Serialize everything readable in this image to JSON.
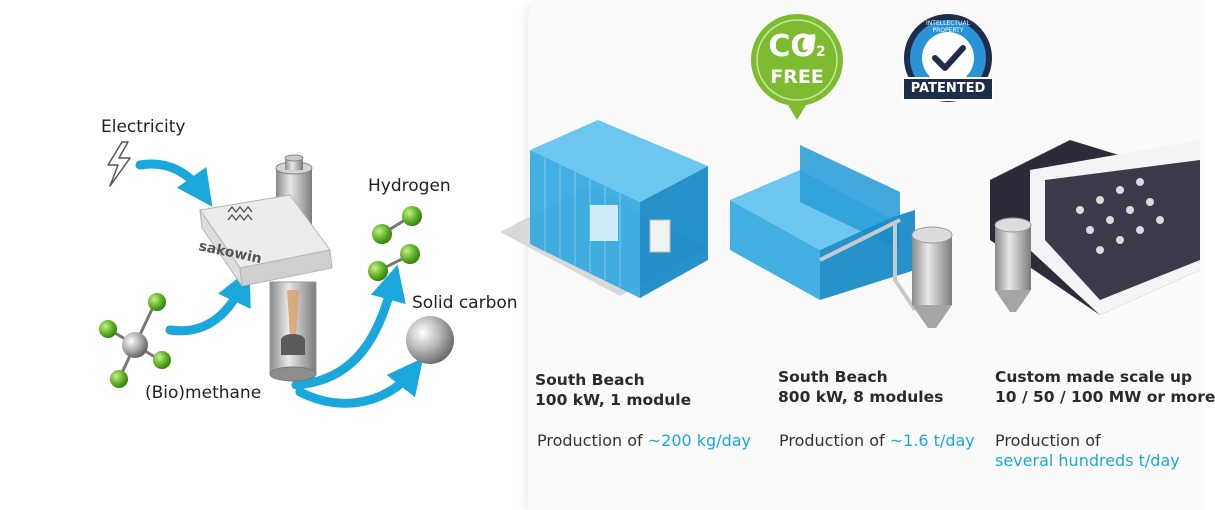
{
  "left": {
    "electricity": "Electricity",
    "hydrogen": "Hydrogen",
    "solid_carbon": "Solid carbon",
    "methane": "(Bio)methane",
    "brand": "sakowin"
  },
  "badges": {
    "co2_main": "CO",
    "co2_sub": "2",
    "co2_free": "FREE",
    "patented": "PATENTED",
    "intellectual_property": "INTELLECTUAL PROPERTY"
  },
  "scales": [
    {
      "title_line1": "South Beach",
      "title_line2": "100 kW, 1 module",
      "prod_prefix": "Production of",
      "prod_value": "~200 kg/day"
    },
    {
      "title_line1": "South Beach",
      "title_line2": "800 kW, 8 modules",
      "prod_prefix": "Production of",
      "prod_value": "~1.6 t/day"
    },
    {
      "title_line1": "Custom made scale up",
      "title_line2": "10 / 50 / 100 MW or more",
      "prod_prefix": "Production of",
      "prod_value": "several hundreds t/day"
    }
  ],
  "colors": {
    "accent_blue": "#1aa7dc",
    "molecule_green": "#6abf2a",
    "badge_green": "#7cbc2e",
    "badge_navy": "#1e2d4a"
  }
}
